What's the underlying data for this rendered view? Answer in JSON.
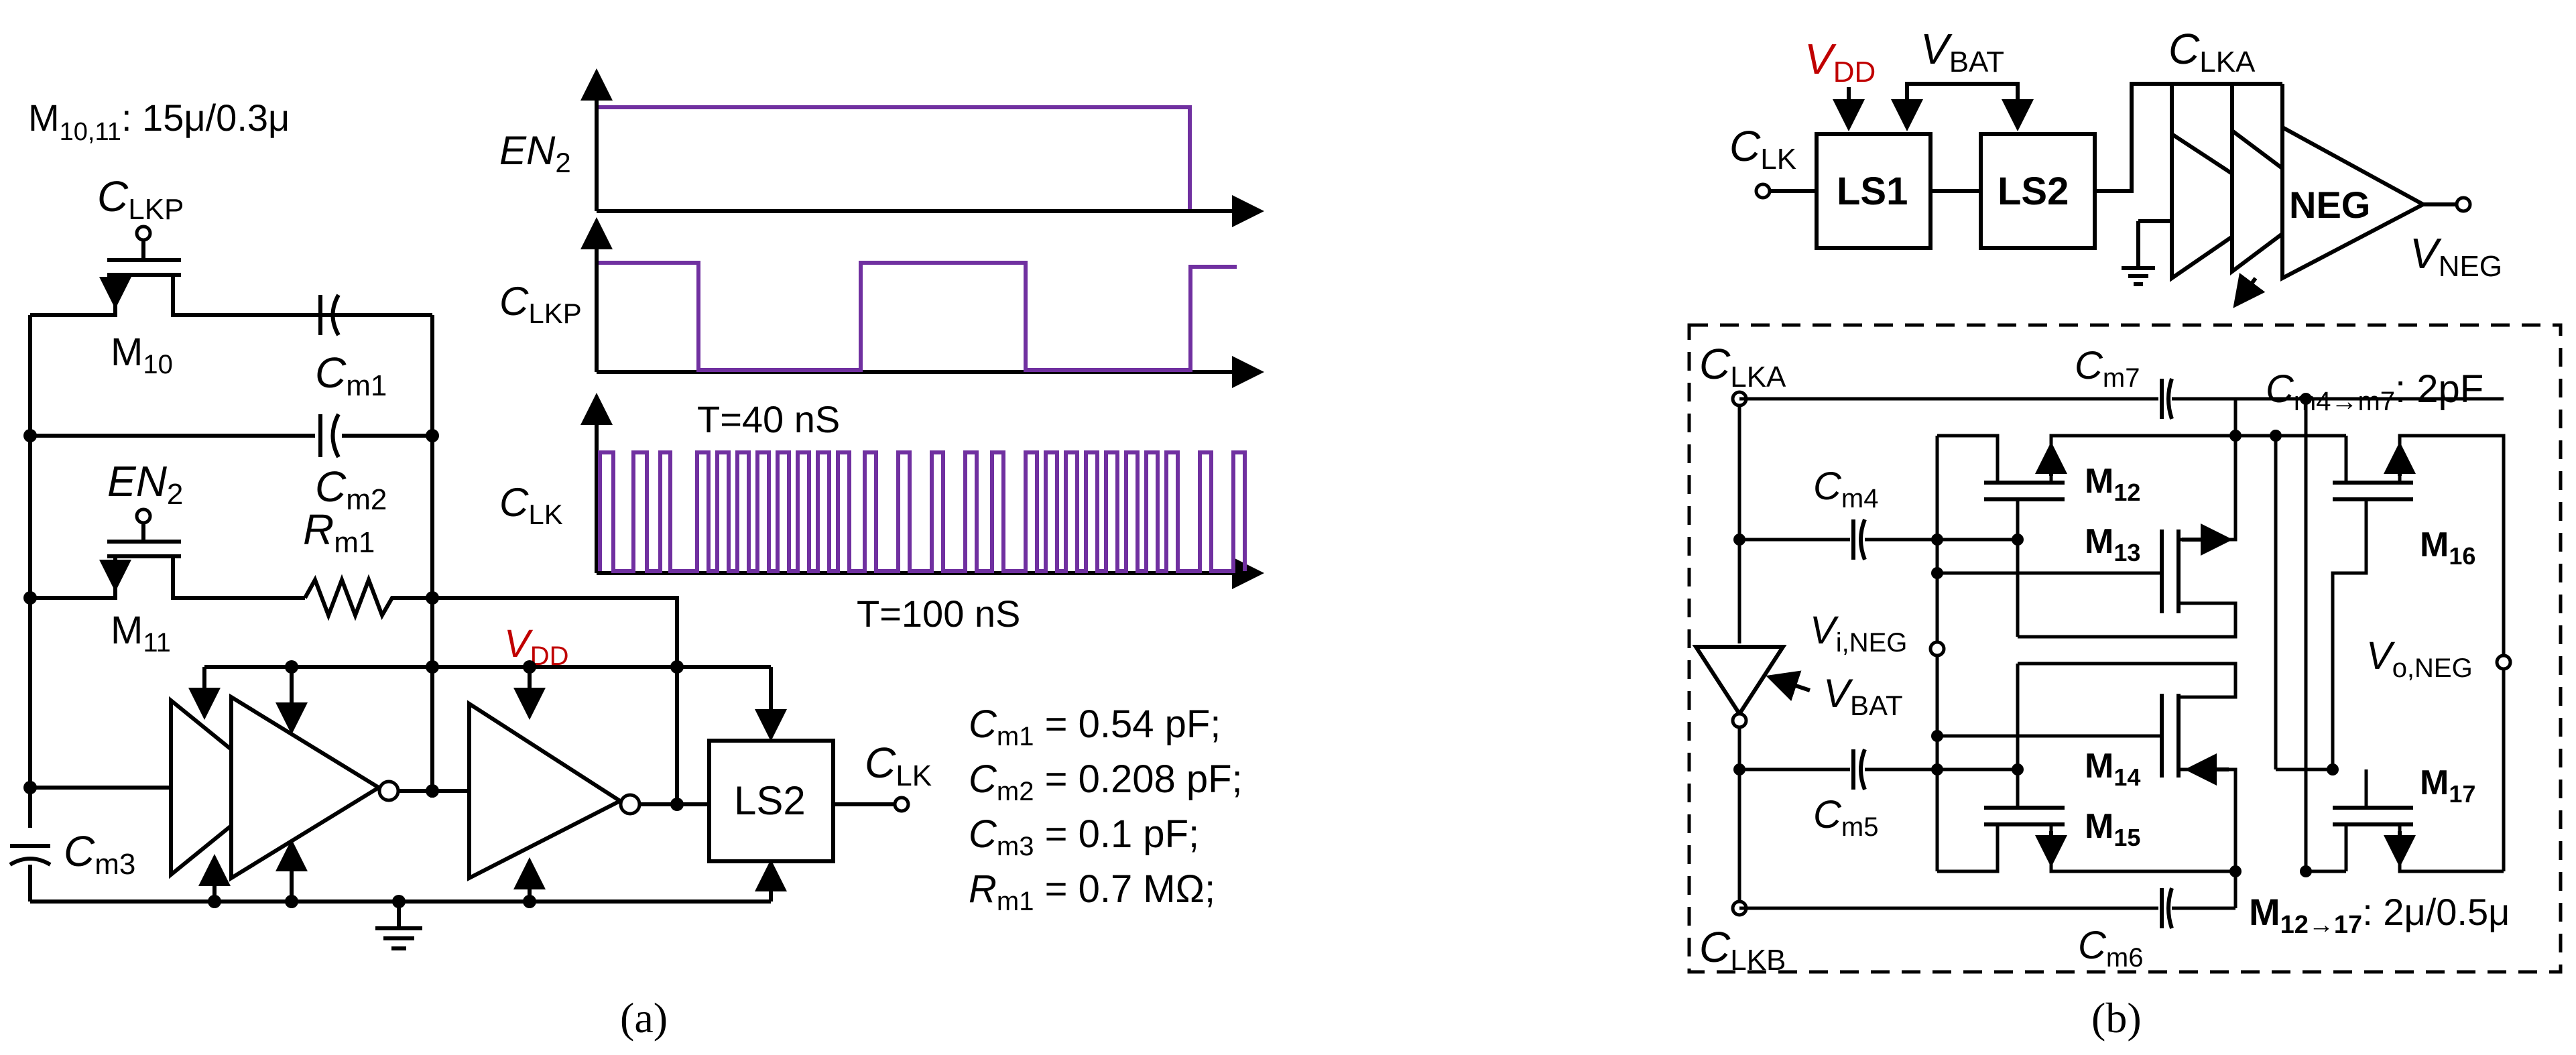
{
  "panel_a": {
    "caption": "(a)",
    "m1011_label": "M",
    "m1011_sub": "10,11",
    "m1011_size": ": 15μ/0.3μ",
    "clkp": {
      "main": "C",
      "sub": "LKP"
    },
    "m10": {
      "main": "M",
      "sub": "10"
    },
    "m11": {
      "main": "M",
      "sub": "11"
    },
    "en2": {
      "main": "EN",
      "sub": "2"
    },
    "cm1": {
      "main": "C",
      "sub": "m1"
    },
    "cm2": {
      "main": "C",
      "sub": "m2"
    },
    "cm3": {
      "main": "C",
      "sub": "m3"
    },
    "rm1": {
      "main": "R",
      "sub": "m1"
    },
    "vdd": {
      "main": "V",
      "sub": "DD"
    },
    "ls2": "LS2",
    "clk_out": {
      "main": "C",
      "sub": "LK"
    },
    "timing": {
      "en2": {
        "main": "EN",
        "sub": "2"
      },
      "clkp": {
        "main": "C",
        "sub": "LKP"
      },
      "clk": {
        "main": "C",
        "sub": "LK"
      },
      "t40": "T=40 nS",
      "t100": "T=100 nS"
    },
    "params": [
      {
        "main": "C",
        "sub": "m1",
        "value": " = 0.54 pF;"
      },
      {
        "main": "C",
        "sub": "m2",
        "value": " = 0.208 pF;"
      },
      {
        "main": "C",
        "sub": "m3",
        "value": " = 0.1 pF;"
      },
      {
        "main": "R",
        "sub": "m1",
        "value": " = 0.7 MΩ;"
      }
    ]
  },
  "panel_b": {
    "caption": "(b)",
    "vdd": {
      "main": "V",
      "sub": "DD"
    },
    "vbat": {
      "main": "V",
      "sub": "BAT"
    },
    "clka_top": {
      "main": "C",
      "sub": "LKA"
    },
    "clk_in": {
      "main": "C",
      "sub": "LK"
    },
    "ls1": "LS1",
    "ls2": "LS2",
    "neg": "NEG",
    "vneg": {
      "main": "V",
      "sub": "NEG"
    },
    "clka": {
      "main": "C",
      "sub": "LKA"
    },
    "clkb": {
      "main": "C",
      "sub": "LKB"
    },
    "cm7": {
      "main": "C",
      "sub": "m7"
    },
    "cm4": {
      "main": "C",
      "sub": "m4"
    },
    "cm5": {
      "main": "C",
      "sub": "m5"
    },
    "cm6": {
      "main": "C",
      "sub": "m6"
    },
    "cm4m7": {
      "main": "C",
      "sub": "m4→m7",
      "value": ": 2pF"
    },
    "m12": {
      "main": "M",
      "sub": "12"
    },
    "m13": {
      "main": "M",
      "sub": "13"
    },
    "m14": {
      "main": "M",
      "sub": "14"
    },
    "m15": {
      "main": "M",
      "sub": "15"
    },
    "m16": {
      "main": "M",
      "sub": "16"
    },
    "m17": {
      "main": "M",
      "sub": "17"
    },
    "vineg": {
      "main": "V",
      "sub": "i,NEG"
    },
    "voneg": {
      "main": "V",
      "sub": "o,NEG"
    },
    "vbat_inv": {
      "main": "V",
      "sub": "BAT"
    },
    "m12m17": {
      "main": "M",
      "sub": "12→17",
      "value": ": 2μ/0.5μ"
    }
  }
}
